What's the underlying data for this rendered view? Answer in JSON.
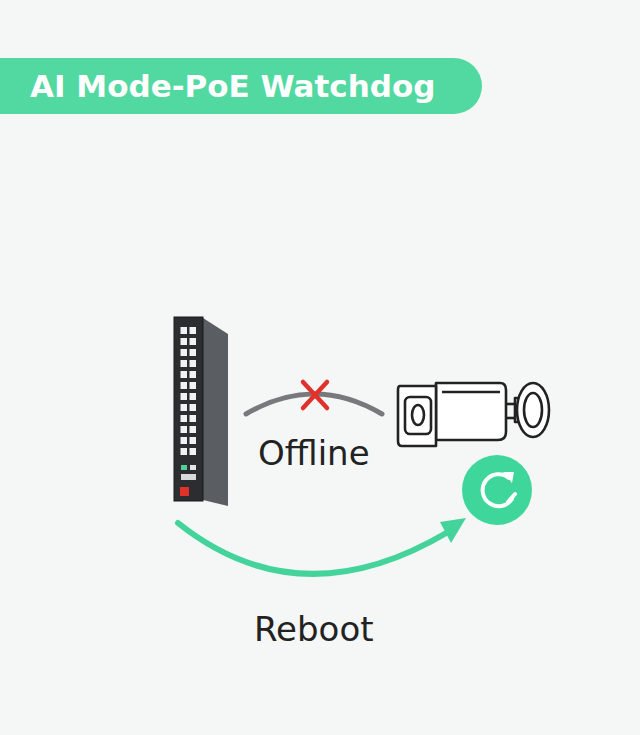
{
  "diagram": {
    "title": "AI Mode-PoE Watchdog",
    "labels": [
      "Offline",
      "Reboot"
    ]
  }
}
